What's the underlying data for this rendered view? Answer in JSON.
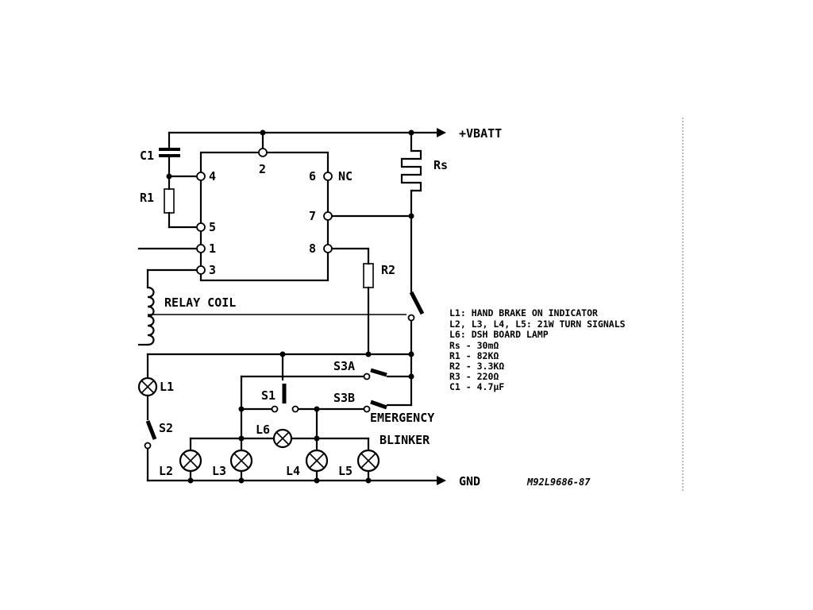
{
  "labels": {
    "vbatt": "+VBATT",
    "gnd": "GND",
    "c1": "C1",
    "r1": "R1",
    "r2": "R2",
    "rs": "Rs",
    "relay_coil": "RELAY COIL",
    "pin2": "2",
    "pin4": "4",
    "pin5": "5",
    "pin1": "1",
    "pin3": "3",
    "pin6": "6",
    "nc": "NC",
    "pin7": "7",
    "pin8": "8",
    "l1": "L1",
    "l2": "L2",
    "l3": "L3",
    "l4": "L4",
    "l5": "L5",
    "l6": "L6",
    "s1": "S1",
    "s2": "S2",
    "s3a": "S3A",
    "s3b": "S3B",
    "emergency": "EMERGENCY",
    "blinker": "BLINKER",
    "drawing_code": "M92L9686-87"
  },
  "legend": [
    "L1: HAND BRAKE ON INDICATOR",
    "L2, L3, L4, L5: 21W TURN SIGNALS",
    "L6: DSH BOARD LAMP",
    "Rs - 30mΩ",
    "R1 - 82KΩ",
    "R2 - 3.3KΩ",
    "R3 - 220Ω",
    "C1 - 4.7μF"
  ]
}
